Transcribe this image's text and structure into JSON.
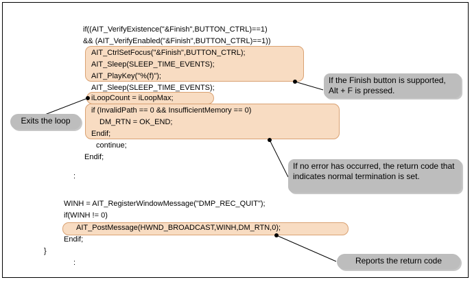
{
  "figure": {
    "description_colors": {
      "highlight_fill": "#F8DCC2",
      "highlight_border": "#D9A172",
      "callout_fill": "#BDBDBD",
      "frame_border": "#000000",
      "text": "#000000"
    }
  },
  "code": {
    "lines": [
      {
        "text": "if((AIT_VerifyExistence(\"&Finish\",BUTTON_CTRL)==1)"
      },
      {
        "text": "&& (AIT_VerifyEnabled(\"&Finish\",BUTTON_CTRL)==1))"
      },
      {
        "text": "AIT_CtrlSetFocus(\"&Finish\",BUTTON_CTRL);"
      },
      {
        "text": "AIT_Sleep(SLEEP_TIME_EVENTS);"
      },
      {
        "text": "AIT_PlayKey(\"%(f)\");"
      },
      {
        "text": "AIT_Sleep(SLEEP_TIME_EVENTS);"
      },
      {
        "text": "iLoopCount = iLoopMax;"
      },
      {
        "text": "if (InvalidPath == 0 && InsufficientMemory == 0)"
      },
      {
        "text": "DM_RTN = OK_END;"
      },
      {
        "text": "Endif;"
      },
      {
        "text": "continue;"
      },
      {
        "text": "Endif;"
      },
      {
        "text": ":"
      },
      {
        "text": "WINH = AIT_RegisterWindowMessage(\"DMP_REC_QUIT\");"
      },
      {
        "text": "if(WINH != 0)"
      },
      {
        "text": "AIT_PostMessage(HWND_BROADCAST,WINH,DM_RTN,0);"
      },
      {
        "text": "Endif;"
      },
      {
        "text": "}"
      },
      {
        "text": ":"
      }
    ]
  },
  "callouts": {
    "finish_button": "If the Finish button is supported, Alt + F is pressed.",
    "exits_loop": "Exits the loop",
    "normal_termination": "If no error has occurred, the return code that indicates normal termination is set.",
    "reports_return": "Reports the return code"
  }
}
